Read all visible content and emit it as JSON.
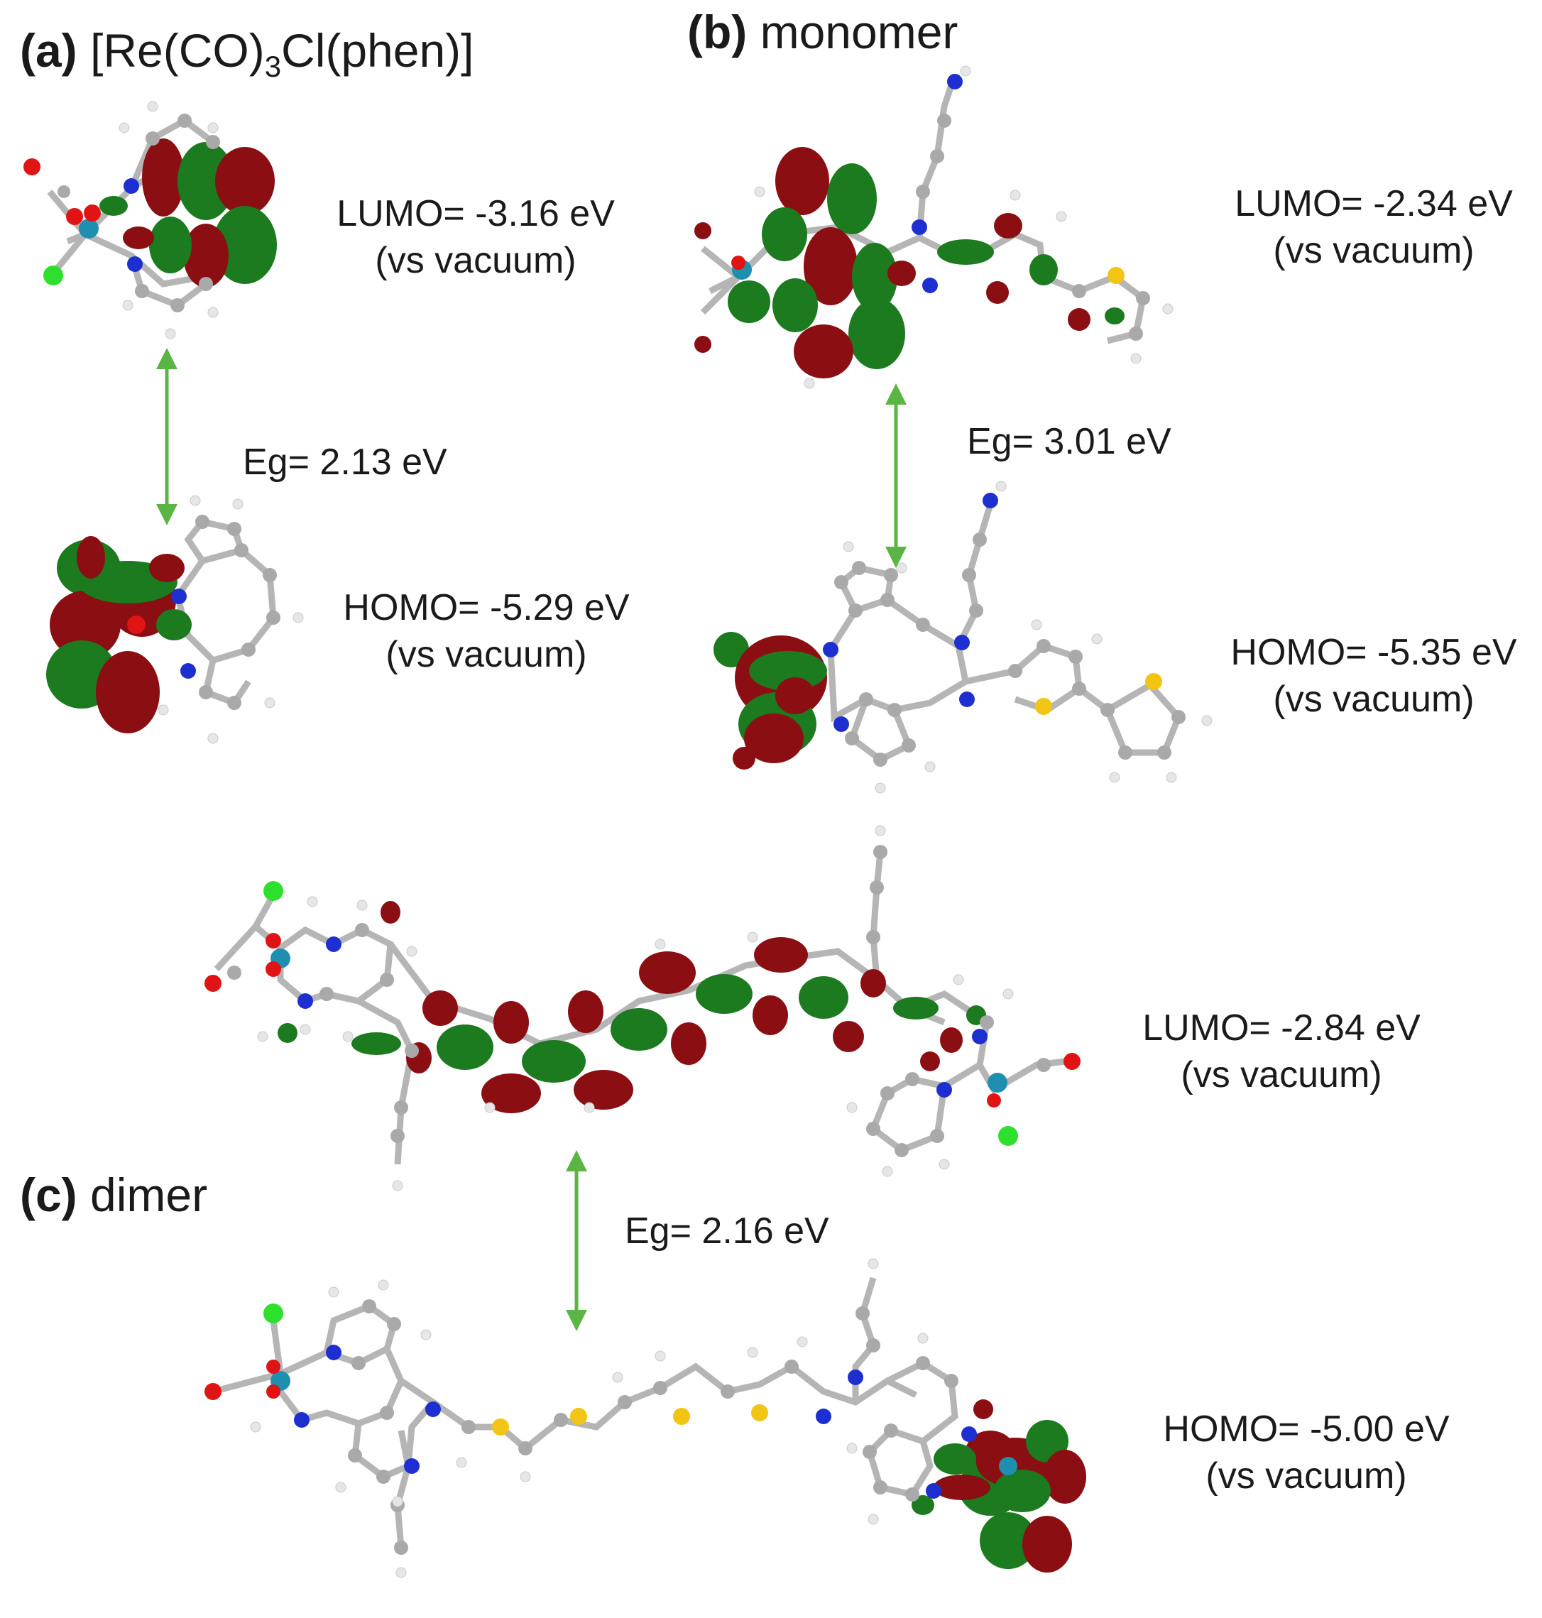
{
  "colors": {
    "orbital_positive": "#8b0f12",
    "orbital_negative": "#1c7a1f",
    "carbon": "#a9a9a9",
    "hydrogen": "#e6e6e6",
    "nitrogen": "#1d2fd0",
    "oxygen": "#e01414",
    "chlorine": "#2ee02e",
    "sulfur": "#f2c414",
    "rhenium": "#1f8fb0",
    "arrow": "#5bb544"
  },
  "panels": {
    "a": {
      "label_letter": "(a)",
      "label_prefix": "[Re(CO)",
      "label_sub": "3",
      "label_suffix": "Cl(phen)]",
      "lumo": "LUMO= -3.16 eV",
      "lumo_ref": "(vs vacuum)",
      "eg": "Eg= 2.13 eV",
      "homo": "HOMO= -5.29 eV",
      "homo_ref": "(vs vacuum)"
    },
    "b": {
      "label_letter": "(b)",
      "label_name": "monomer",
      "lumo": "LUMO= -2.34 eV",
      "lumo_ref": "(vs vacuum)",
      "eg": "Eg= 3.01 eV",
      "homo": "HOMO= -5.35 eV",
      "homo_ref": "(vs vacuum)"
    },
    "c": {
      "label_letter": "(c)",
      "label_name": "dimer",
      "lumo": "LUMO= -2.84 eV",
      "lumo_ref": "(vs vacuum)",
      "eg": "Eg= 2.16 eV",
      "homo": "HOMO= -5.00 eV",
      "homo_ref": "(vs vacuum)"
    }
  }
}
